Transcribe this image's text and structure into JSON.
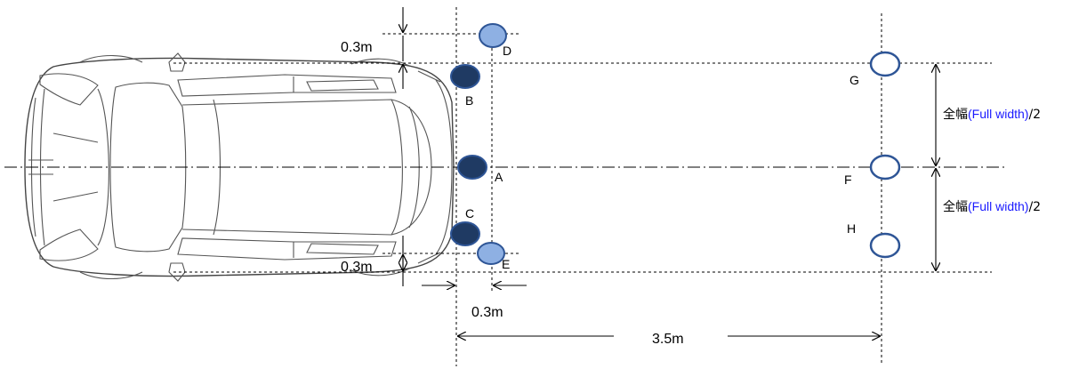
{
  "points": {
    "A": "A",
    "B": "B",
    "C": "C",
    "D": "D",
    "E": "E",
    "F": "F",
    "G": "G",
    "H": "H"
  },
  "dimensions": {
    "top_offset": "0.3m",
    "bottom_offset": "0.3m",
    "horizontal_offset": "0.3m",
    "distance": "3.5m"
  },
  "width_labels": {
    "upper_jp": "全幅",
    "upper_en": "(Full width)",
    "upper_suffix": "/2",
    "lower_jp": "全幅",
    "lower_en": "(Full width)",
    "lower_suffix": "/2"
  },
  "colors": {
    "dark_marker": "#1f3a63",
    "light_marker": "#8eb0e3",
    "open_marker_stroke": "#2e5596",
    "english_label": "#1a1aff"
  }
}
